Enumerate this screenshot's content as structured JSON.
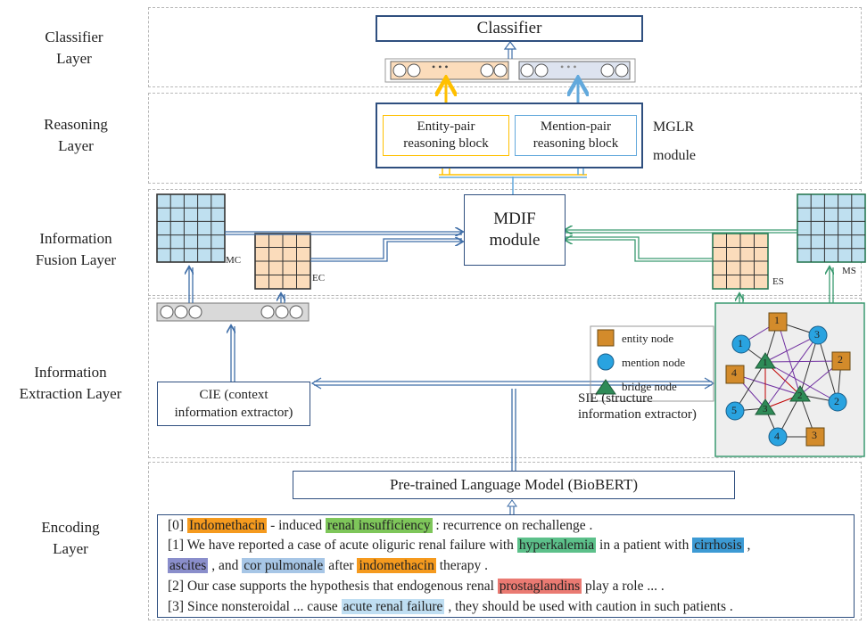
{
  "layers": {
    "classifier": "Classifier\nLayer",
    "reasoning": "Reasoning\nLayer",
    "fusion": "Information\nFusion Layer",
    "extraction": "Information\nExtraction Layer",
    "encoding": "Encoding\nLayer"
  },
  "classifier_box": "Classifier",
  "ellipsis": "• • •",
  "reasoning": {
    "entity_block": "Entity-pair\nreasoning block",
    "mention_block": "Mention-pair\nreasoning block",
    "module": "MGLR\nmodule"
  },
  "fusion": {
    "mdif": "MDIF\nmodule",
    "mc": "MC",
    "ec": "EC",
    "es": "ES",
    "ms": "MS"
  },
  "extraction": {
    "cie": "CIE (context\ninformation extractor)",
    "sie": "SIE (structure\ninformation extractor)",
    "legend": {
      "entity": "entity node",
      "mention": "mention node",
      "bridge": "bridge node"
    }
  },
  "encoder": "Pre-trained Language Model (BioBERT)",
  "sentences": {
    "s0": {
      "a": "[0] ",
      "b": "Indomethacin",
      "c": " - induced ",
      "d": "renal insufficiency",
      "e": " : recurrence on rechallenge ."
    },
    "s1": {
      "a": "[1] We have reported a case of acute oliguric renal failure with ",
      "b": "hyperkalemia",
      "c": " in a patient with ",
      "d": "cirrhosis",
      "e": " ,"
    },
    "s1b": {
      "a": "ascites",
      "b": " , and ",
      "c": "cor pulmonale",
      "d": " after ",
      "e": "indomethacin",
      "f": " therapy ."
    },
    "s2": {
      "a": "[2] Our case supports the hypothesis that endogenous renal ",
      "b": "prostaglandins",
      "c": " play a role ... ."
    },
    "s3": {
      "a": "[3] Since nonsteroidal  ... cause ",
      "b": "acute renal failure",
      "c": " , they should be used with caution in such patients ."
    }
  },
  "graph_labels": {
    "e1": "1",
    "e2": "2",
    "e3": "3",
    "e4": "4",
    "m1": "1",
    "m2": "2",
    "m3": "3",
    "m4": "4",
    "m5": "5",
    "b1": "1",
    "b2": "2",
    "b3": "3"
  },
  "colors": {
    "box_border": "#2f4f7f",
    "entity_orange": "#ffc000",
    "mention_blue": "#63a9dc",
    "matrix_blue": "#bfe0f0",
    "matrix_orange": "#fbdcbb",
    "fusion_green": "#3a9a70",
    "hl_orange": "#f59a1e",
    "hl_green": "#7ec65a",
    "hl_teal": "#5cc08a",
    "hl_blue": "#3c9ad4",
    "hl_purple": "#8a8ecb",
    "hl_lightblue": "#a7c6e6",
    "hl_red": "#ea7a72",
    "hl_paleblue": "#bfdef2"
  }
}
